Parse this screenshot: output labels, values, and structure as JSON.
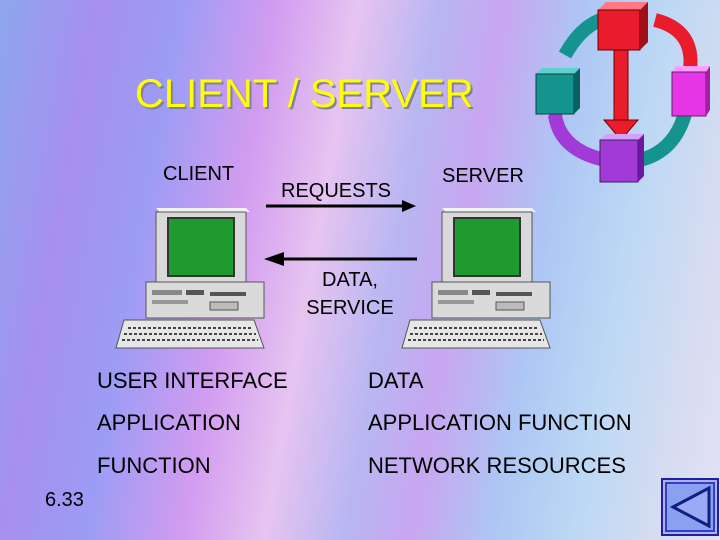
{
  "slide": {
    "title": "CLIENT / SERVER",
    "client_label": "CLIENT",
    "server_label": "SERVER",
    "requests_label": "REQUESTS",
    "data_service_lines": [
      "DATA,",
      "SERVICE"
    ],
    "rows": [
      {
        "left": "USER INTERFACE",
        "right": "DATA"
      },
      {
        "left": "APPLICATION",
        "right": "APPLICATION FUNCTION"
      },
      {
        "left": "FUNCTION",
        "right": "NETWORK RESOURCES"
      }
    ],
    "slide_number": "6.33"
  },
  "colors": {
    "title": "#ffff00",
    "screen": "#1e9a2e",
    "arrow": "#000000",
    "cycle_red": "#e81c2a",
    "cycle_magenta": "#e636e6",
    "cycle_purple": "#a23ad8",
    "cycle_teal": "#15938f"
  },
  "icons": [
    "cycle-logo-icon",
    "client-computer-icon",
    "server-computer-icon",
    "nav-back-icon"
  ]
}
